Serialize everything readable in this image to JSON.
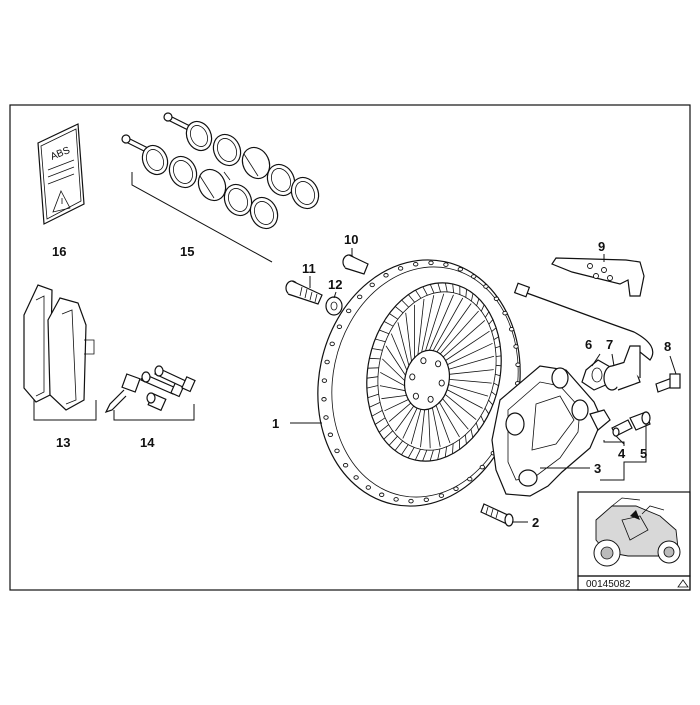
{
  "diagram": {
    "catalog_number": "00145082",
    "abs_label": "ABS",
    "parts": [
      {
        "no": "1"
      },
      {
        "no": "2"
      },
      {
        "no": "3"
      },
      {
        "no": "4"
      },
      {
        "no": "5"
      },
      {
        "no": "6"
      },
      {
        "no": "7"
      },
      {
        "no": "8"
      },
      {
        "no": "9"
      },
      {
        "no": "10"
      },
      {
        "no": "11"
      },
      {
        "no": "12"
      },
      {
        "no": "13"
      },
      {
        "no": "14"
      },
      {
        "no": "15"
      },
      {
        "no": "16"
      }
    ],
    "icons": {
      "warning": "warning-triangle-icon",
      "motorcycle": "motorcycle-icon",
      "corner": "triangle-marker-icon"
    }
  }
}
